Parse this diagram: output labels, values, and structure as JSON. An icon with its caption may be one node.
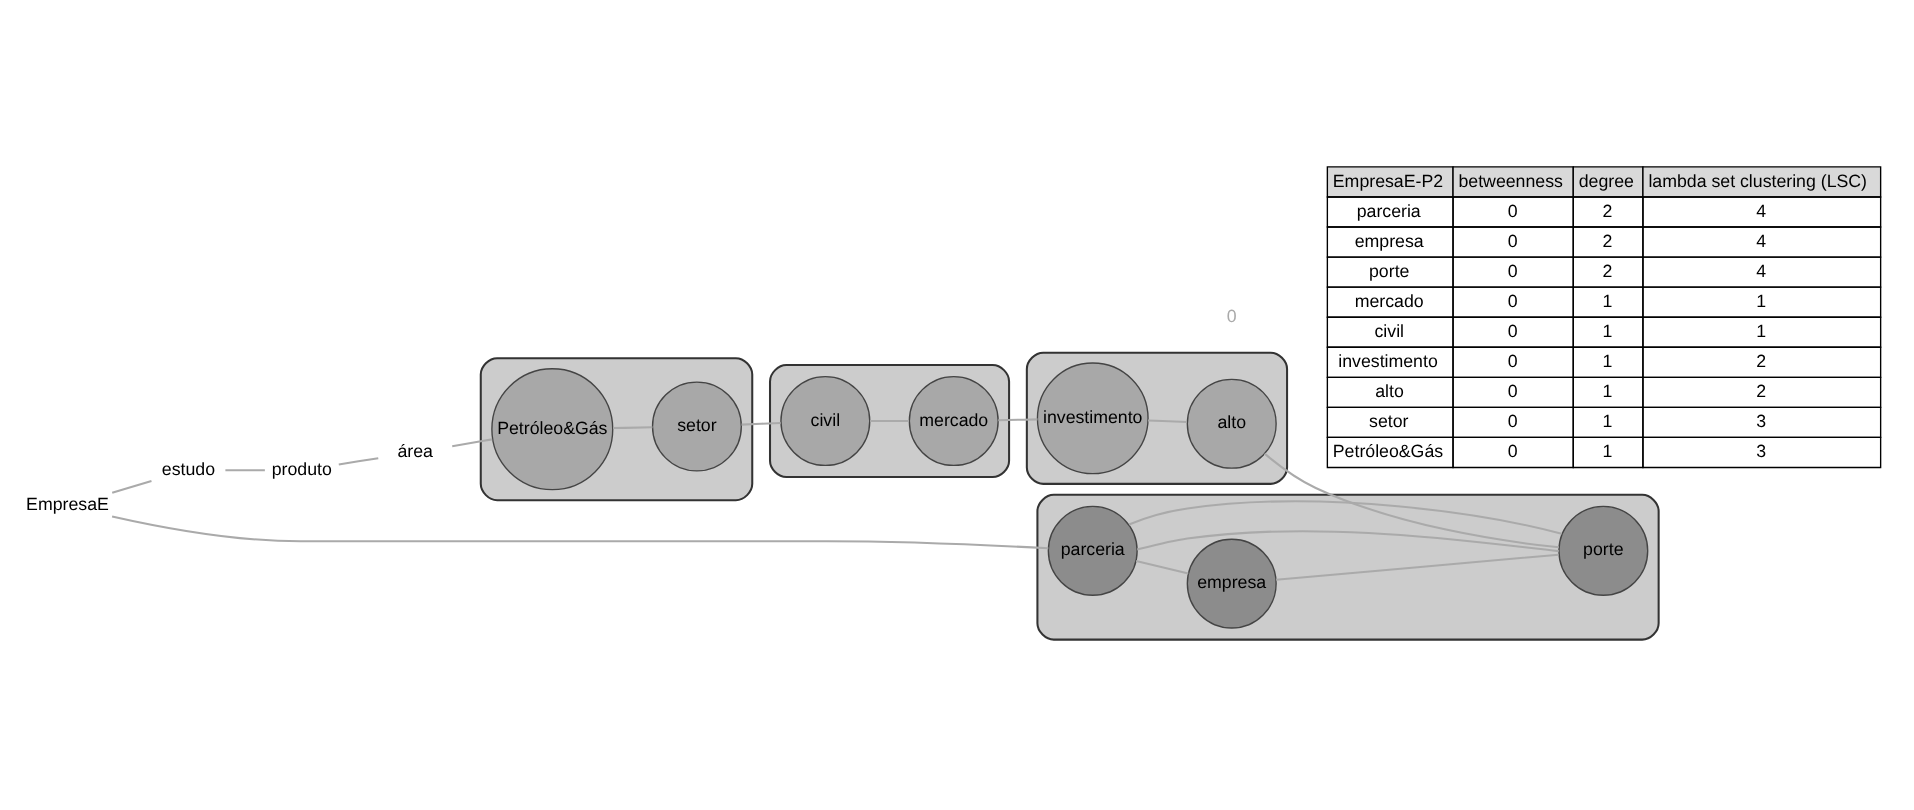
{
  "diagram": {
    "nodes": [
      {
        "text": [
          "EmpresaE"
        ]
      },
      {
        "text": [
          "estudo"
        ]
      },
      {
        "text": [
          "produto"
        ]
      },
      {
        "text": [
          "área"
        ]
      },
      {
        "text": [],
        "shape": "box"
      },
      {
        "text": [
          "parceria"
        ],
        "in": 4
      },
      {
        "text": [
          "empresa"
        ],
        "in": 4
      },
      {
        "text": [
          "porte"
        ],
        "in": 4
      },
      {
        "text": [],
        "shape": "box"
      },
      {
        "text": [
          "Petróleo&Gás"
        ],
        "in": 8
      },
      {
        "text": [
          "setor"
        ],
        "in": 8
      },
      {
        "text": [],
        "shape": "box"
      },
      {
        "text": [
          "civil"
        ],
        "in": 11
      },
      {
        "text": [
          "mercado"
        ],
        "in": 11
      },
      {
        "text": [],
        "shape": "box"
      },
      {
        "text": [
          "alto"
        ],
        "in": 14
      },
      {
        "text": [
          "investimento"
        ],
        "in": 14
      }
    ],
    "edges": [
      {
        "from": 0,
        "to": 1,
        "arrow": "none"
      },
      {
        "from": 1,
        "to": 2,
        "arrow": "none"
      },
      {
        "from": 2,
        "to": 3,
        "arrow": "none"
      },
      {
        "from": 3,
        "to": 9,
        "arrow": "none"
      },
      {
        "from": 9,
        "to": 10,
        "arrow": "none"
      },
      {
        "from": 10,
        "to": 12,
        "arrow": "none"
      },
      {
        "from": 12,
        "to": 13,
        "arrow": "none"
      },
      {
        "from": 13,
        "to": 16,
        "arrow": "none"
      },
      {
        "from": 16,
        "to": 15,
        "arrow": "none"
      },
      {
        "from": 15,
        "to": 7,
        "arrow": "none"
      },
      {
        "from": 0,
        "to": 5,
        "arrow": "none"
      },
      {
        "from": 5,
        "to": 6,
        "arrow": "none"
      },
      {
        "from": 6,
        "to": 7,
        "arrow": "none"
      },
      {
        "from": 5,
        "to": 7,
        "arrow": "none"
      },
      {
        "from": 5,
        "to": 7,
        "arrow": "none"
      }
    ],
    "labels": [
      "0",
      "EmpresaE-P2",
      "betweenness",
      "degree",
      "lambda set clustering (LSC)",
      "parceria",
      "0",
      "2",
      "4",
      "empresa",
      "0",
      "2",
      "4",
      "porte",
      "0",
      "2",
      "4",
      "mercado",
      "0",
      "1",
      "1",
      "civil",
      "0",
      "1",
      "1",
      "investimento",
      "0",
      "1",
      "2",
      "alto",
      "0",
      "1",
      "2",
      "setor",
      "0",
      "1",
      "3",
      "Petróleo&Gás",
      "0",
      "1",
      "3"
    ]
  }
}
